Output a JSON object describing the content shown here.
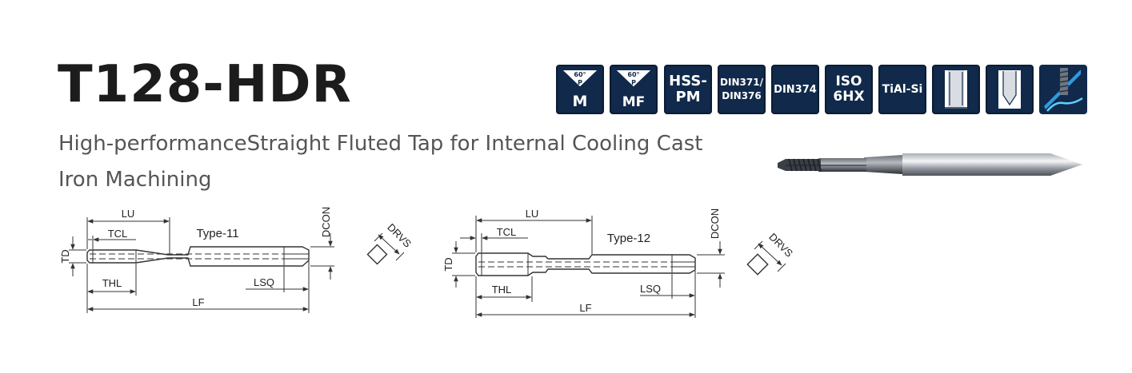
{
  "product": {
    "title": "T128-HDR",
    "subtitle": "High-performanceStraight Fluted Tap for Internal Cooling Cast Iron Machining"
  },
  "badges": [
    {
      "id": "thread-m",
      "angle": "60°",
      "pitch": "P",
      "label": "M"
    },
    {
      "id": "thread-mf",
      "angle": "60°",
      "pitch": "P",
      "label": "MF"
    },
    {
      "id": "material",
      "label": "HSS-\nPM"
    },
    {
      "id": "standard-din371",
      "label": "DIN371/\nDIN376"
    },
    {
      "id": "standard-din374",
      "label": "DIN374"
    },
    {
      "id": "tolerance",
      "label": "ISO\n6HX"
    },
    {
      "id": "coating",
      "label": "TiAl-Si"
    },
    {
      "id": "blind-hole",
      "icon": "blind-hole-icon"
    },
    {
      "id": "through-hole",
      "icon": "through-hole-icon"
    },
    {
      "id": "internal-coolant",
      "icon": "internal-coolant-icon"
    }
  ],
  "drawings": {
    "type11": {
      "type_label": "Type-11",
      "dims": {
        "lu": "LU",
        "tcl": "TCL",
        "td": "TD",
        "thl": "THL",
        "lsq": "LSQ",
        "lf": "LF",
        "dcon": "DCON",
        "drvs": "DRVS"
      }
    },
    "type12": {
      "type_label": "Type-12",
      "dims": {
        "lu": "LU",
        "tcl": "TCL",
        "td": "TD",
        "thl": "THL",
        "lsq": "LSQ",
        "lf": "LF",
        "dcon": "DCON",
        "drvs": "DRVS"
      }
    }
  },
  "colors": {
    "badge_bg": "#11294a",
    "badge_text": "#ffffff",
    "coolant_accent": "#2f9be0",
    "title": "#1c1c1c",
    "subtitle": "#555555"
  }
}
